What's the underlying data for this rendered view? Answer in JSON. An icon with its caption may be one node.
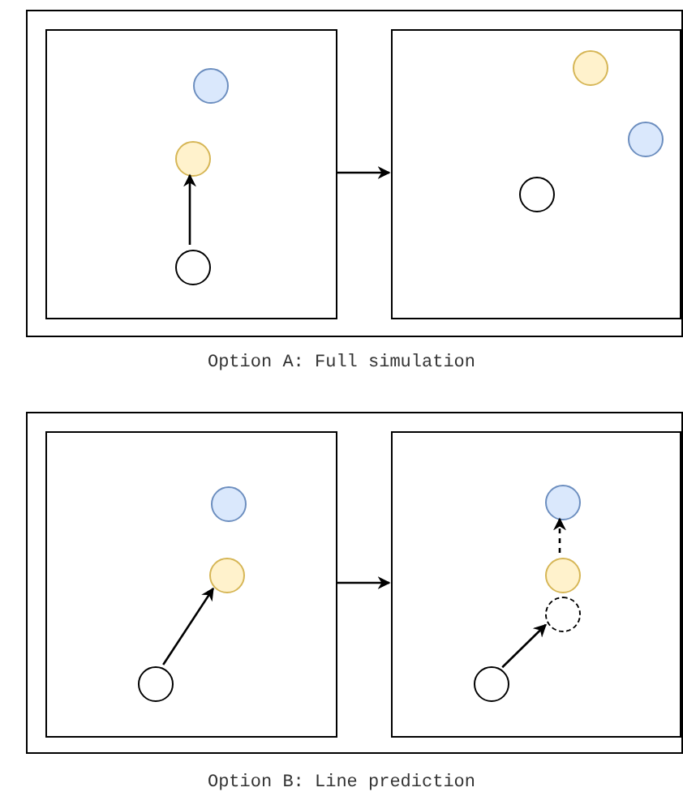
{
  "diagram": {
    "nodes": [
      {
        "text": [],
        "shape": "box"
      },
      {
        "text": [],
        "shape": "box",
        "in": 0
      },
      {
        "text": [],
        "shape": "circle",
        "in": 1
      },
      {
        "text": [],
        "shape": "circle",
        "in": 1
      },
      {
        "text": [],
        "shape": "circle",
        "in": 1
      },
      {
        "text": [],
        "shape": "box",
        "in": 0
      },
      {
        "text": [],
        "shape": "circle",
        "in": 5
      },
      {
        "text": [],
        "shape": "circle",
        "in": 5
      },
      {
        "text": [],
        "shape": "circle",
        "in": 5
      },
      {
        "text": [],
        "shape": "box"
      },
      {
        "text": [],
        "shape": "box",
        "in": 9
      },
      {
        "text": [],
        "shape": "circle",
        "in": 10
      },
      {
        "text": [],
        "shape": "circle",
        "in": 10
      },
      {
        "text": [],
        "shape": "circle",
        "in": 10
      },
      {
        "text": [],
        "shape": "box",
        "in": 9
      },
      {
        "text": [],
        "shape": "circle",
        "in": 14
      },
      {
        "text": [],
        "shape": "circle",
        "in": 14
      },
      {
        "text": [],
        "shape": "circle",
        "in": 14
      },
      {
        "text": [],
        "shape": "circle",
        "in": 14
      }
    ],
    "edges": [
      {
        "from": 4,
        "to": 3,
        "arrow": "to"
      },
      {
        "from": 1,
        "to": 5,
        "arrow": "to"
      },
      {
        "from": 13,
        "to": 12,
        "arrow": "to"
      },
      {
        "from": 10,
        "to": 14,
        "arrow": "to"
      },
      {
        "from": 18,
        "to": 17,
        "arrow": "to"
      },
      {
        "from": 16,
        "to": 15,
        "arrow": "to",
        "style": "dashed"
      }
    ],
    "labels": [
      "Option A: Full simulation",
      "Option B: Line prediction"
    ]
  }
}
